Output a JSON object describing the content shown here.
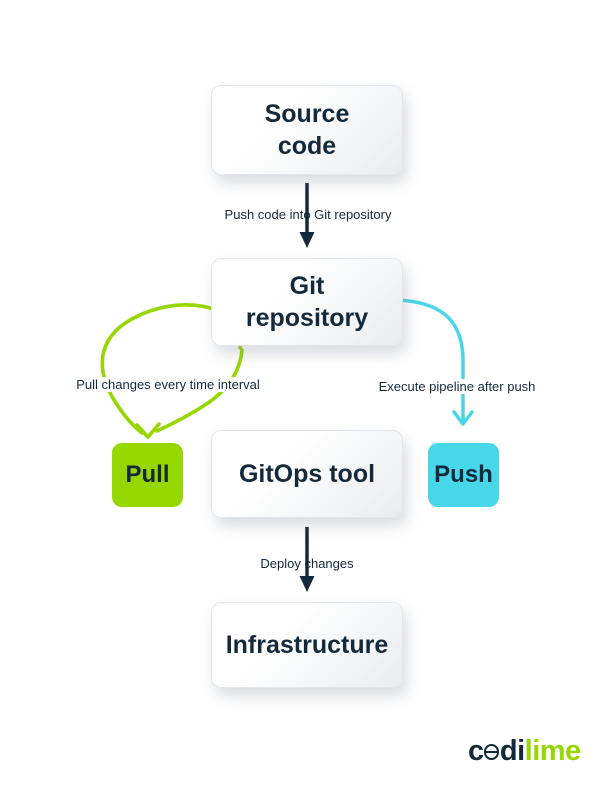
{
  "colors": {
    "navy": "#14293C",
    "lime": "#97D700",
    "cyan": "#47D7E8",
    "box_gradient_start": "#ffffff",
    "box_gradient_end": "#e9ecef"
  },
  "nodes": {
    "source_code": {
      "label": "Source\ncode"
    },
    "git_repository": {
      "label": "Git\nrepository"
    },
    "gitops_tool": {
      "label": "GitOps tool"
    },
    "infrastructure": {
      "label": "Infrastructure"
    },
    "pull": {
      "label": "Pull"
    },
    "push": {
      "label": "Push"
    }
  },
  "edge_labels": {
    "push_code": "Push code into Git repository",
    "pull_changes": "Pull changes every time interval",
    "execute_pipeline": "Execute pipeline after push",
    "deploy_changes": "Deploy changes"
  },
  "logo": {
    "part_c": "c",
    "part_di": "di",
    "part_lime": "lime"
  }
}
